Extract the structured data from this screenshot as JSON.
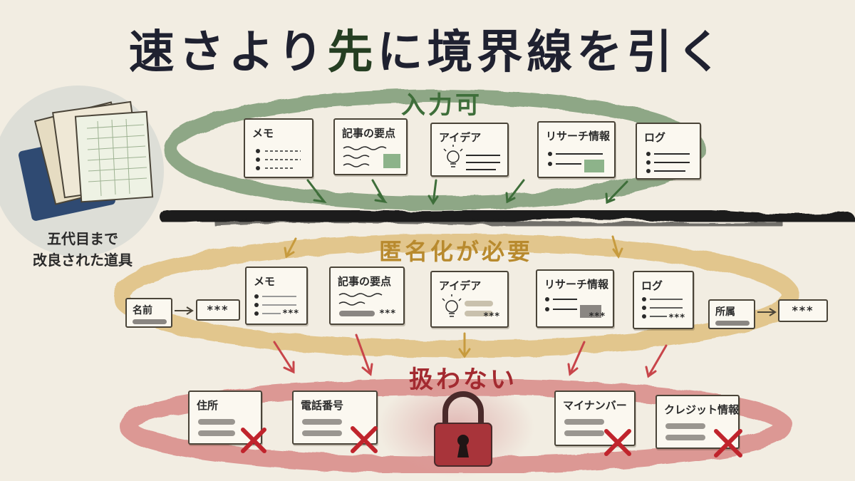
{
  "title": {
    "part1": "速さより",
    "part2": "先",
    "part3": "に境界線を引く"
  },
  "notebook": {
    "caption_line1": "五代目まで",
    "caption_line2": "改良された道具"
  },
  "zones": {
    "allowed": {
      "label": "入力可",
      "color": "#3e6e3a",
      "cards": [
        {
          "title": "メモ",
          "icon": "bullet-list-icon"
        },
        {
          "title": "記事の要点",
          "icon": "wavy-lines-icon"
        },
        {
          "title": "アイデア",
          "icon": "lightbulb-icon"
        },
        {
          "title": "リサーチ情報",
          "icon": "bullet-list-icon"
        },
        {
          "title": "ログ",
          "icon": "bullet-list-icon"
        }
      ]
    },
    "anonymize": {
      "label": "匿名化が必要",
      "color": "#c79b3e",
      "mask_text": "***",
      "cards": [
        {
          "title": "メモ"
        },
        {
          "title": "記事の要点"
        },
        {
          "title": "アイデア"
        },
        {
          "title": "リサーチ情報"
        },
        {
          "title": "ログ"
        }
      ],
      "left_field": "名前",
      "right_field": "所属"
    },
    "forbidden": {
      "label": "扱わない",
      "color": "#b8323a",
      "cards": [
        {
          "title": "住所"
        },
        {
          "title": "電話番号"
        },
        {
          "title": "マイナンバー"
        },
        {
          "title": "クレジット情報"
        }
      ],
      "icon": "padlock-icon"
    }
  }
}
